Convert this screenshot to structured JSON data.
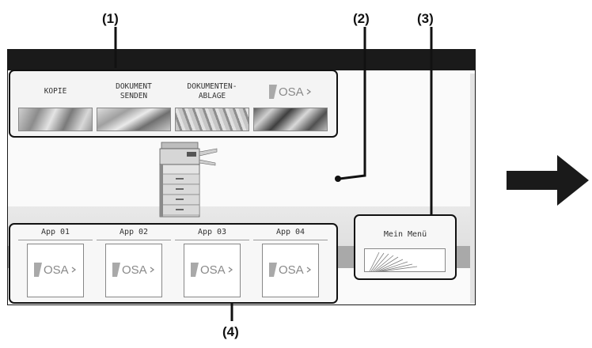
{
  "callouts": [
    "(1)",
    "(2)",
    "(3)",
    "(4)"
  ],
  "top_shortcuts": [
    {
      "label": "KOPIE",
      "thumb": "copy-thumbnail"
    },
    {
      "label": "DOKUMENT\nSENDEN",
      "thumb": "send-thumbnail"
    },
    {
      "label": "DOKUMENTEN-\nABLAGE",
      "thumb": "filing-thumbnail"
    },
    {
      "label": "",
      "logo": "OSA",
      "thumb": "osa-thumbnail"
    }
  ],
  "apps": [
    {
      "label": "App 01",
      "logo": "OSA"
    },
    {
      "label": "App 02",
      "logo": "OSA"
    },
    {
      "label": "App 03",
      "logo": "OSA"
    },
    {
      "label": "App 04",
      "logo": "OSA"
    }
  ],
  "my_menu": {
    "label": "Mein Menü",
    "thumb": "my-menu-thumbnail"
  },
  "icons": {
    "next": "arrow-right-icon",
    "machine": "printer-machine-icon"
  },
  "colors": {
    "frame": "#111111",
    "topbar": "#1a1a1a",
    "band": "#a9a9a9",
    "arrow": "#1a1a1a"
  }
}
